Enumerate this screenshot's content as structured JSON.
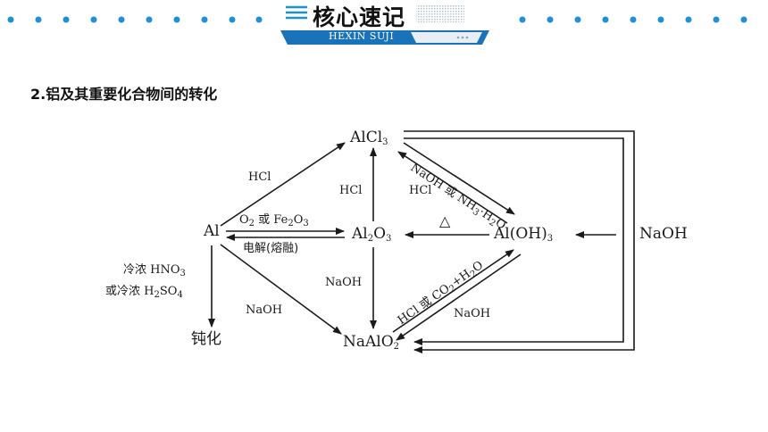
{
  "header": {
    "title": "核心速记",
    "subtitle": "HEXIN SUJI"
  },
  "section": {
    "title": "2.铝及其重要化合物间的转化"
  },
  "diagram": {
    "nodes": {
      "al": "Al",
      "alcl3": {
        "base": "AlCl",
        "sub": "3"
      },
      "al2o3": {
        "a": "Al",
        "s1": "2",
        "b": "O",
        "s2": "3"
      },
      "aloh3": {
        "base": "Al(OH)",
        "sub": "3"
      },
      "naalo2": {
        "base": "NaAlO",
        "sub": "2"
      },
      "passivation": "钝化",
      "naoh_source": "NaOH"
    },
    "edges": {
      "hcl_al_alcl3": "HCl",
      "hcl_al2o3_alcl3": "HCl",
      "hcl_aloh3_alcl3": "HCl",
      "naoh_al_naalo2": "NaOH",
      "naoh_al2o3_naalo2": "NaOH",
      "naoh_aloh3_naalo2": "NaOH",
      "heat": "△",
      "al_to_al2o3": {
        "a": "O",
        "s1": "2",
        "b": " 或 Fe",
        "s2": "2",
        "c": "O",
        "s3": "3"
      },
      "al2o3_to_al": "电解(熔融)",
      "passivate_1": {
        "a": "冷浓 HNO",
        "s1": "3"
      },
      "passivate_2": {
        "a": "或冷浓 H",
        "s1": "2",
        "b": "SO",
        "s2": "4"
      },
      "alcl3_to_aloh3": {
        "a": "NaOH 或 NH",
        "s1": "3",
        "b": "·H",
        "s2": "2",
        "c": "O"
      },
      "naalo2_to_aloh3": {
        "a": "HCl 或 CO",
        "s1": "2",
        "b": "+H",
        "s2": "2",
        "c": "O"
      }
    }
  }
}
